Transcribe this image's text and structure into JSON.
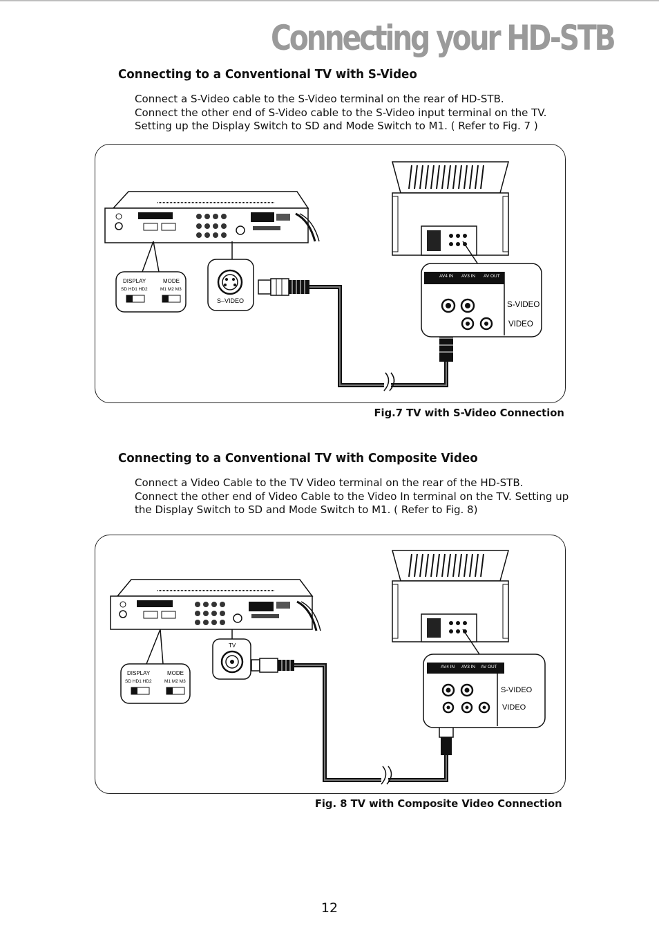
{
  "header": {
    "title": "Connecting your HD-STB"
  },
  "sections": [
    {
      "title": "Connecting to a Conventional TV with S-Video",
      "lines": [
        "Connect a S-Video cable to the S-Video terminal on the rear of HD-STB.",
        "Connect the other end of S-Video cable to the S-Video  input terminal on the TV.",
        "Setting up the Display Switch to SD and Mode Switch to M1. ( Refer to Fig. 7 )"
      ],
      "figure": {
        "display_label": "DISPLAY",
        "display_options": "SD HD1 HD2",
        "mode_label": "MODE",
        "mode_options": "M1 M2 M3",
        "connector_label": "S–VIDEO",
        "tv_panel_headers": [
          "AV4 IN",
          "AV3 IN",
          "AV OUT"
        ],
        "tv_row_labels": [
          "S-VIDEO",
          "VIDEO"
        ]
      },
      "caption": "Fig.7  TV with S-Video Connection"
    },
    {
      "title": "Connecting to a Conventional TV with Composite Video",
      "lines": [
        "Connect a Video Cable to the TV Video terminal on the rear of the HD-STB.",
        "Connect the other end of Video Cable to the Video In terminal on the TV. Setting up",
        "the Display Switch to SD and Mode Switch to M1. ( Refer to Fig. 8)"
      ],
      "figure": {
        "display_label": "DISPLAY",
        "display_options": "SD HD1 HD2",
        "mode_label": "MODE",
        "mode_options": "M1 M2 M3",
        "connector_label": "TV",
        "tv_panel_headers": [
          "AV4 IN",
          "AV3 IN",
          "AV OUT"
        ],
        "tv_row_labels": [
          "S-VIDEO",
          "VIDEO"
        ]
      },
      "caption": "Fig. 8  TV with Composite Video Connection"
    }
  ],
  "footer": {
    "page_number": "12"
  }
}
